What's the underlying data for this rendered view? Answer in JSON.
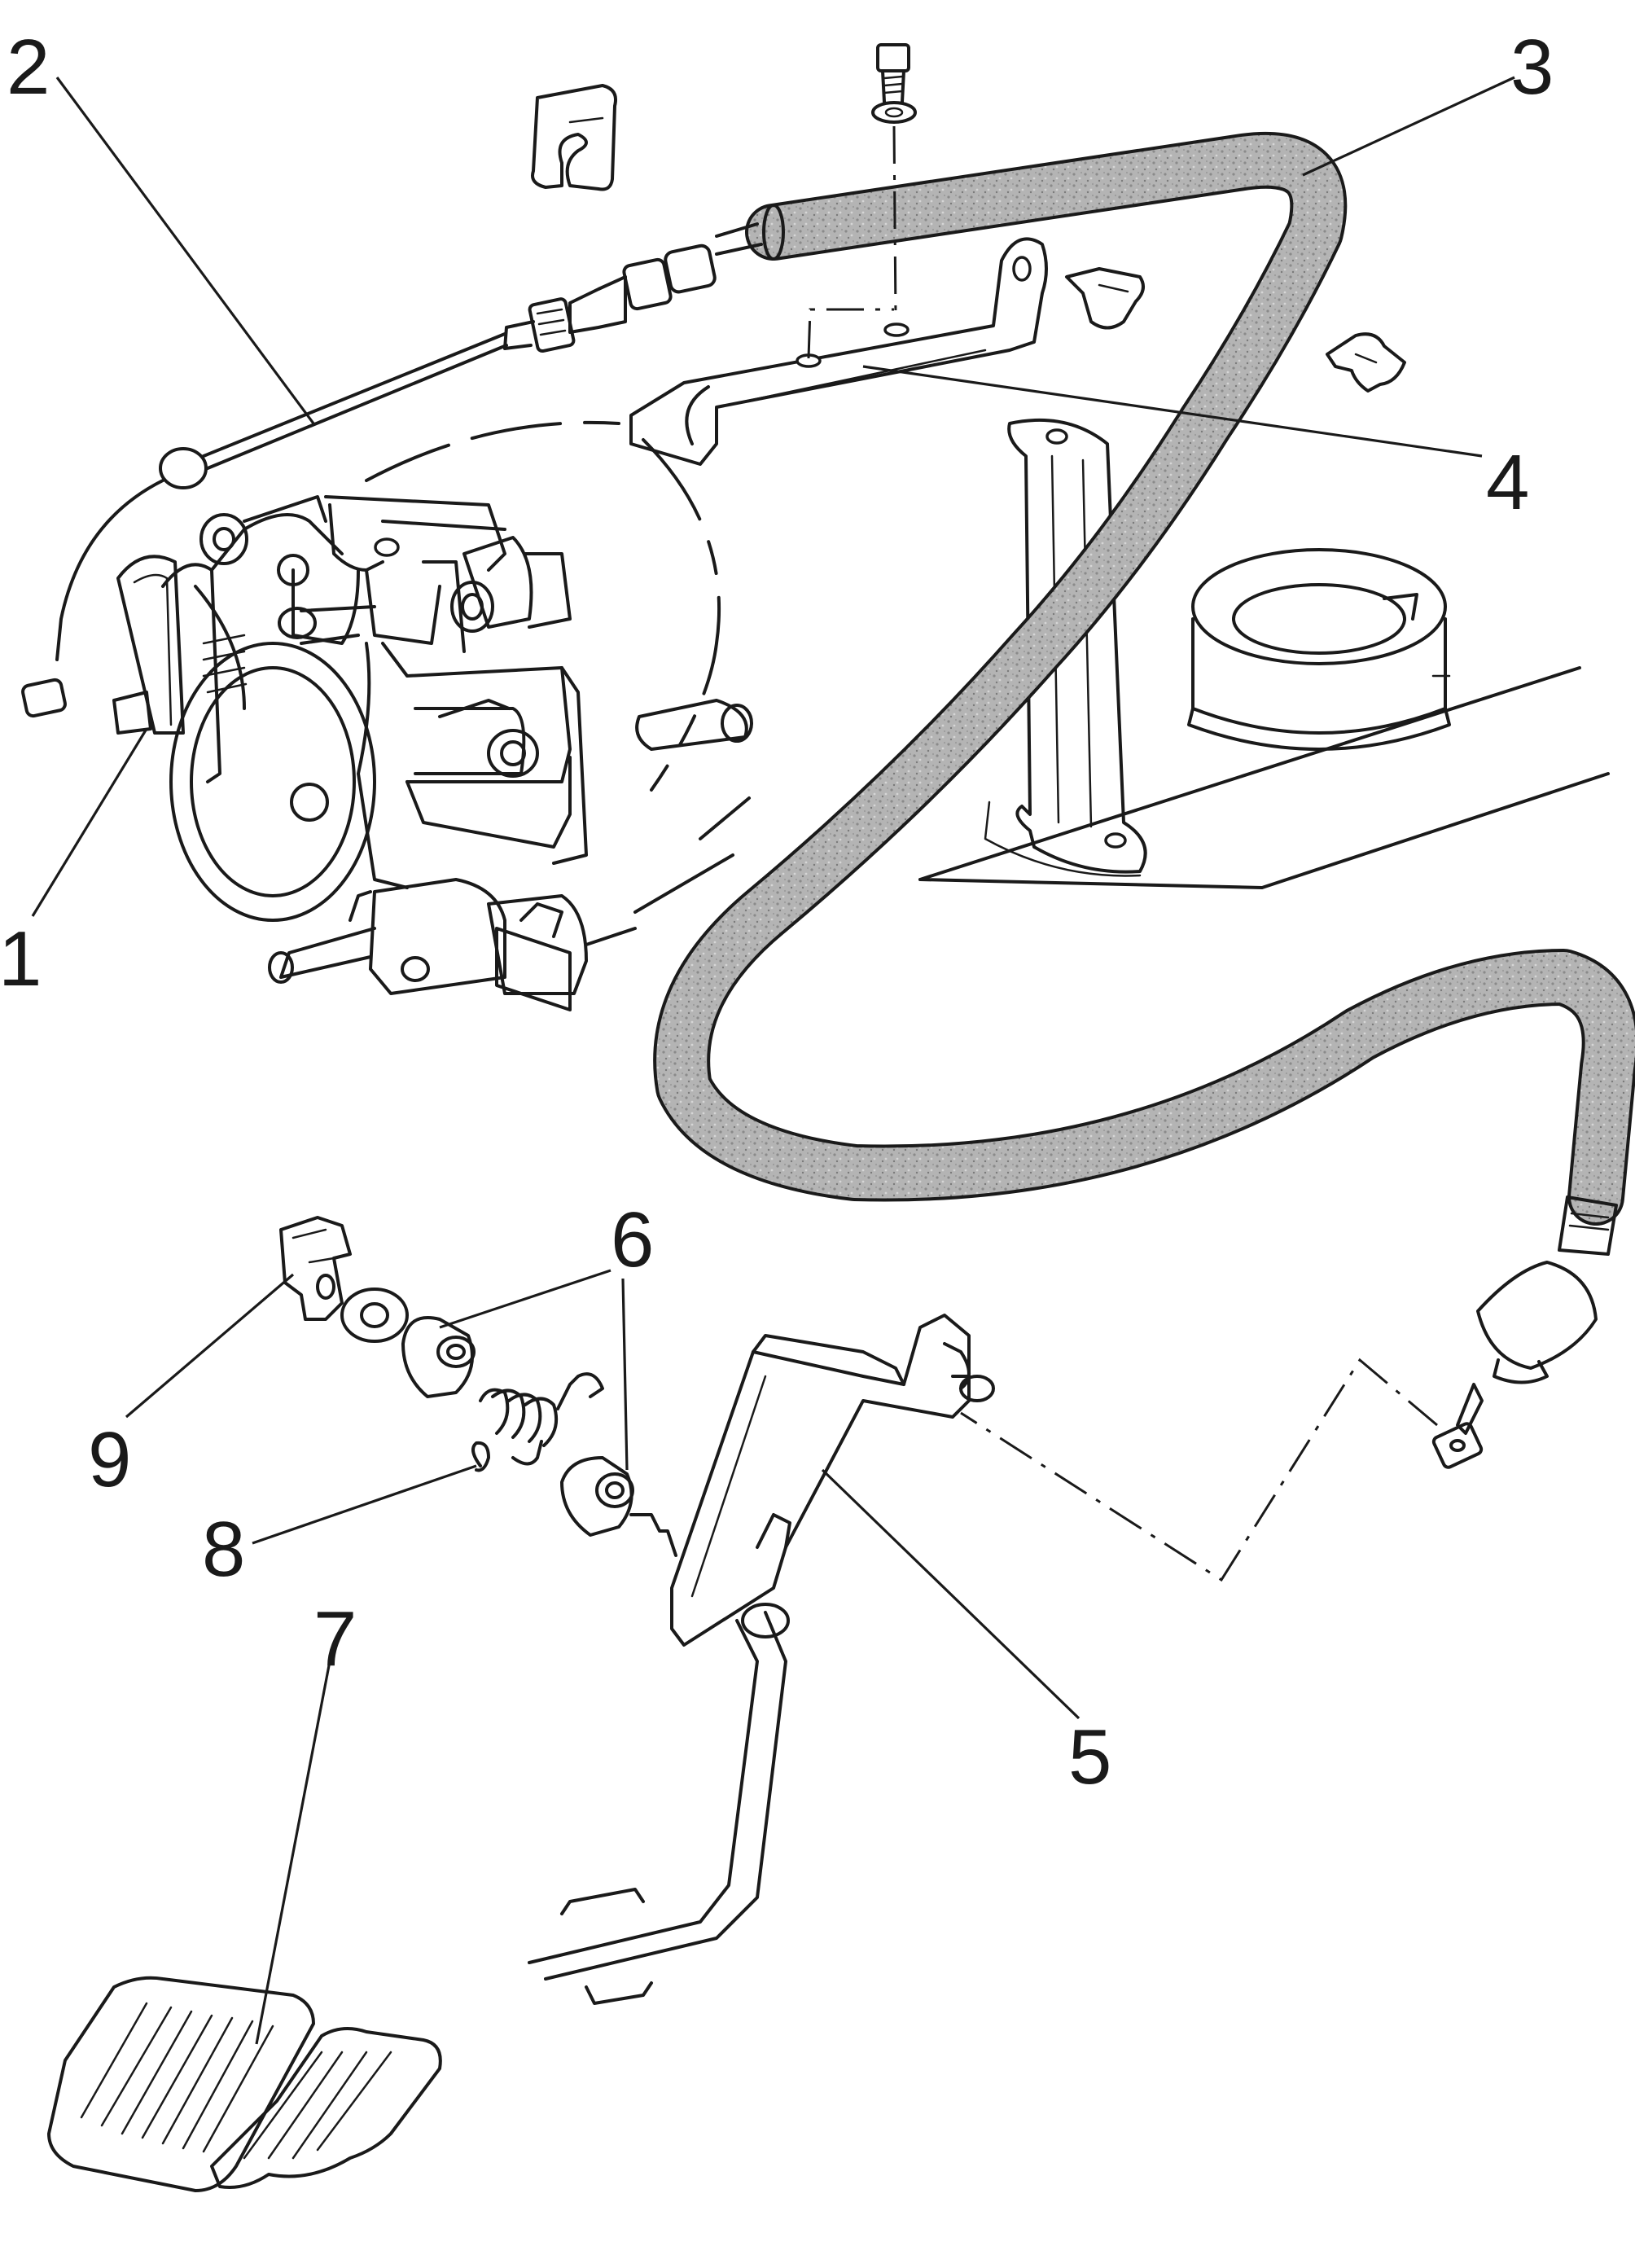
{
  "callouts": {
    "c1": "1",
    "c2": "2",
    "c3": "3",
    "c4": "4",
    "c5": "5",
    "c6": "6",
    "c7": "7",
    "c8": "8",
    "c9": "9"
  },
  "colors": {
    "ink": "#1a1a1a",
    "sheath_fill": "#b4b4b4",
    "background": "#ffffff"
  }
}
